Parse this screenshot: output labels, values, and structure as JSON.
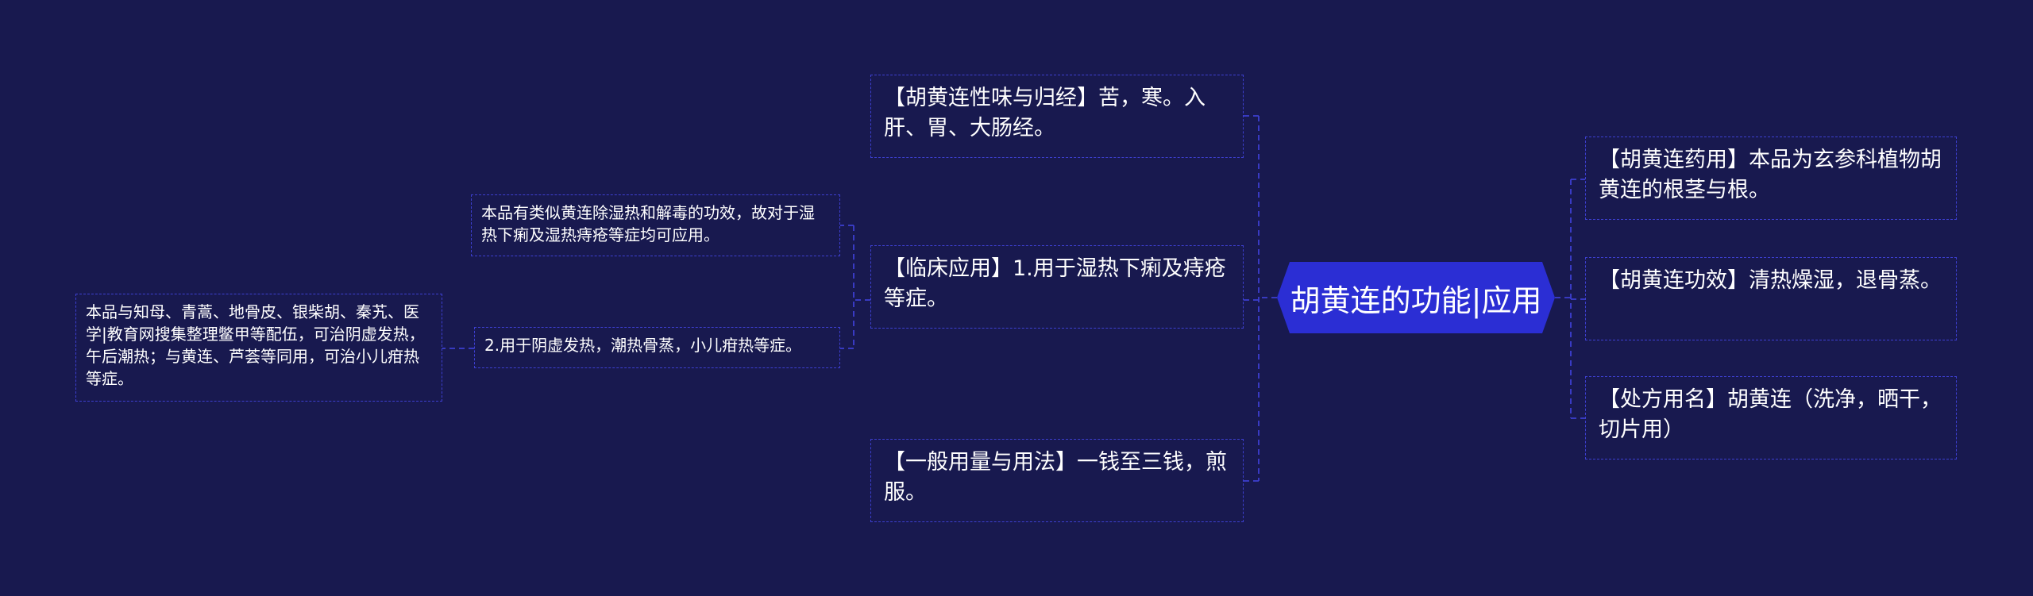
{
  "root": {
    "label": "胡黄连的功能|应用"
  },
  "right": [
    {
      "text": "【胡黄连药用】本品为玄参科植物胡黄连的根茎与根。"
    },
    {
      "text": "【胡黄连功效】清热燥湿，退骨蒸。"
    },
    {
      "text": "【处方用名】胡黄连（洗净，晒干，切片用）"
    }
  ],
  "left": [
    {
      "text": "【胡黄连性味与归经】苦，寒。入肝、胃、大肠经。"
    },
    {
      "text": "【临床应用】1.用于湿热下痢及痔疮等症。"
    },
    {
      "text": "【一般用量与用法】一钱至三钱，煎服。"
    }
  ],
  "clinical_children": [
    {
      "text": "本品有类似黄连除湿热和解毒的功效，故对于湿热下痢及湿热痔疮等症均可应用。"
    },
    {
      "text": "2.用于阴虚发热，潮热骨蒸，小儿疳热等症。"
    }
  ],
  "yinxu_child": {
    "text": "本品与知母、青蒿、地骨皮、银柴胡、秦艽、医学|教育网搜集整理鳖甲等配伍，可治阴虚发热，午后潮热；与黄连、芦荟等同用，可治小儿疳热等症。"
  },
  "colors": {
    "background": "#18194f",
    "root_fill": "#2b2ed4",
    "border": "#3d3fd0",
    "text": "#ffffff"
  }
}
